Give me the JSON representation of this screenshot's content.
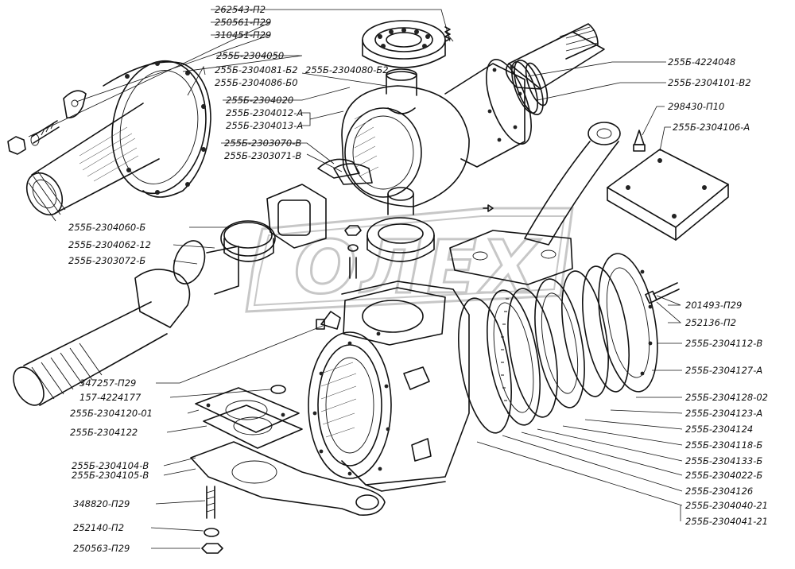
{
  "colors": {
    "ink": "#111111",
    "paper": "#ffffff",
    "watermark": "#9a9a9a"
  },
  "watermark": {
    "text": "ОЛЕХ",
    "icon": "watermark-logo-icon"
  },
  "parts": [
    "262543-П2",
    "250561-П29",
    "310451-П29",
    "255Б-2304050",
    "255Б-2304081-Б2",
    "255Б-2304086-Б0",
    "255Б-2304080-Б2",
    "255Б-2304020",
    "255Б-2304012-А",
    "255Б-2304013-А",
    "255Б-2303070-В",
    "255Б-2303071-В",
    "255Б-4224048",
    "255Б-2304101-В2",
    "298430-П10",
    "255Б-2304106-А",
    "255Б-2304060-Б",
    "255Б-2304062-12",
    "255Б-2303072-Б",
    "201493-П29",
    "252136-П2",
    "255Б-2304112-В",
    "255Б-2304127-А",
    "347257-П29",
    "157-4224177",
    "255Б-2304128-02",
    "255Б-2304120-01",
    "255Б-2304123-А",
    "255Б-2304122",
    "255Б-2304124",
    "255Б-2304118-Б",
    "255Б-2304104-В",
    "255Б-2304105-В",
    "255Б-2304133-Б",
    "255Б-2304022-Б",
    "348820-П29",
    "255Б-2304126",
    "255Б-2304040-21",
    "255Б-2304041-21",
    "252140-П2",
    "250563-П29"
  ]
}
